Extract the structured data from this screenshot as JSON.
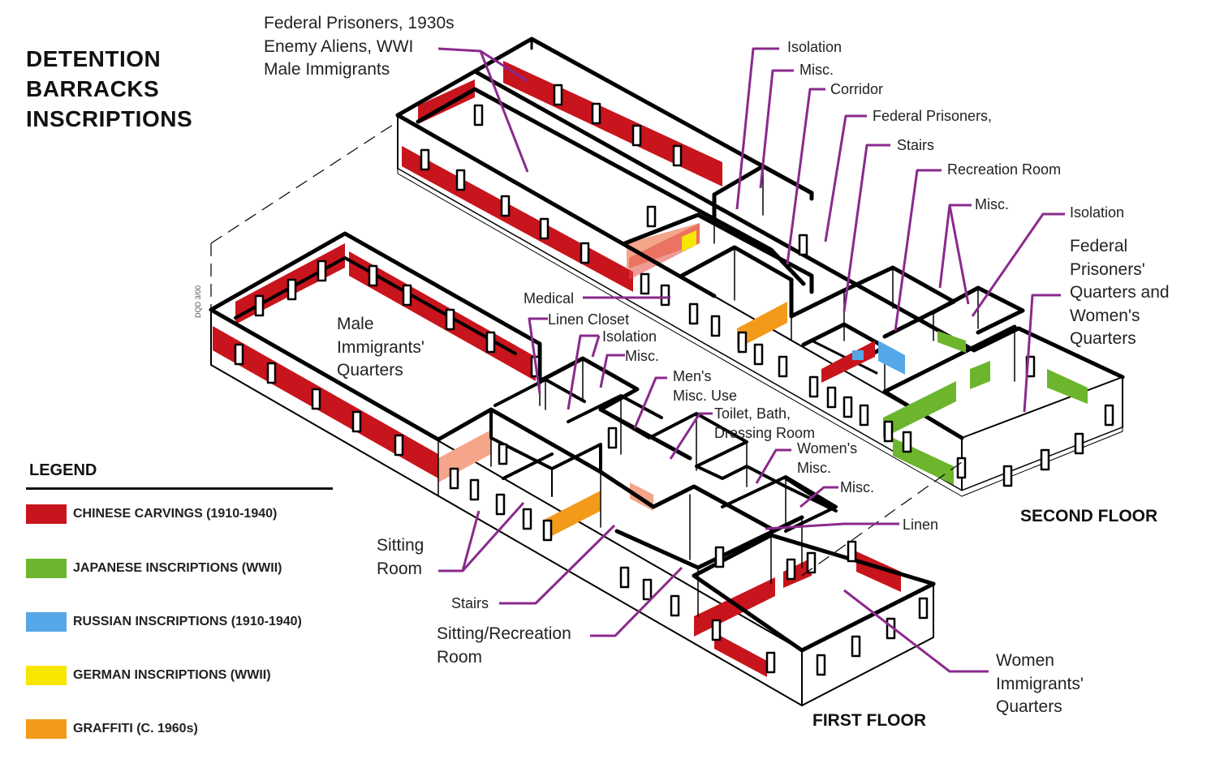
{
  "title": {
    "line1": "DETENTION",
    "line2": "BARRACKS",
    "line3": "INSCRIPTIONS"
  },
  "legend": {
    "title": "LEGEND",
    "items": [
      {
        "label": "CHINESE CARVINGS (1910-1940)",
        "color": "#c8141c"
      },
      {
        "label": "JAPANESE INSCRIPTIONS (WWII)",
        "color": "#6cb52c"
      },
      {
        "label": "RUSSIAN INSCRIPTIONS (1910-1940)",
        "color": "#55a7e8"
      },
      {
        "label": "GERMAN INSCRIPTIONS (WWII)",
        "color": "#f6e600"
      },
      {
        "label": "GRAFFITI (C. 1960s)",
        "color": "#f39a1a"
      }
    ]
  },
  "floors": {
    "second": "SECOND FLOOR",
    "first": "FIRST FLOOR"
  },
  "stamp": "DQD 3/00",
  "callouts": {
    "federal_top": {
      "line1": "Federal Prisoners, 1930s",
      "line2": "Enemy Aliens, WWI",
      "line3": "Male Immigrants"
    },
    "isolation1": "Isolation",
    "misc1": "Misc.",
    "corridor": "Corridor",
    "federal_prisoners": "Federal Prisoners,",
    "stairs2": "Stairs",
    "recreation": "Recreation Room",
    "misc2": "Misc.",
    "isolation2": "Isolation",
    "federal_women": {
      "line1": "Federal",
      "line2": "Prisoners'",
      "line3": "Quarters and",
      "line4": "Women's",
      "line5": "Quarters"
    },
    "medical": "Medical",
    "linen_closet": "Linen Closet",
    "isolation3": "Isolation",
    "misc3": "Misc.",
    "male_quarters": {
      "line1": "Male",
      "line2": "Immigrants'",
      "line3": "Quarters"
    },
    "mens_misc": {
      "line1": "Men's",
      "line2": "Misc. Use"
    },
    "toilet": {
      "line1": "Toilet, Bath,",
      "line2": "Dressing Room"
    },
    "womens_misc": {
      "line1": "Women's",
      "line2": "Misc."
    },
    "misc4": "Misc.",
    "linen": "Linen",
    "sitting_room": {
      "line1": "Sitting",
      "line2": "Room"
    },
    "stairs1": "Stairs",
    "sitting_recreation": {
      "line1": "Sitting/Recreation",
      "line2": "Room"
    },
    "women_quarters": {
      "line1": "Women",
      "line2": "Immigrants'",
      "line3": "Quarters"
    }
  }
}
